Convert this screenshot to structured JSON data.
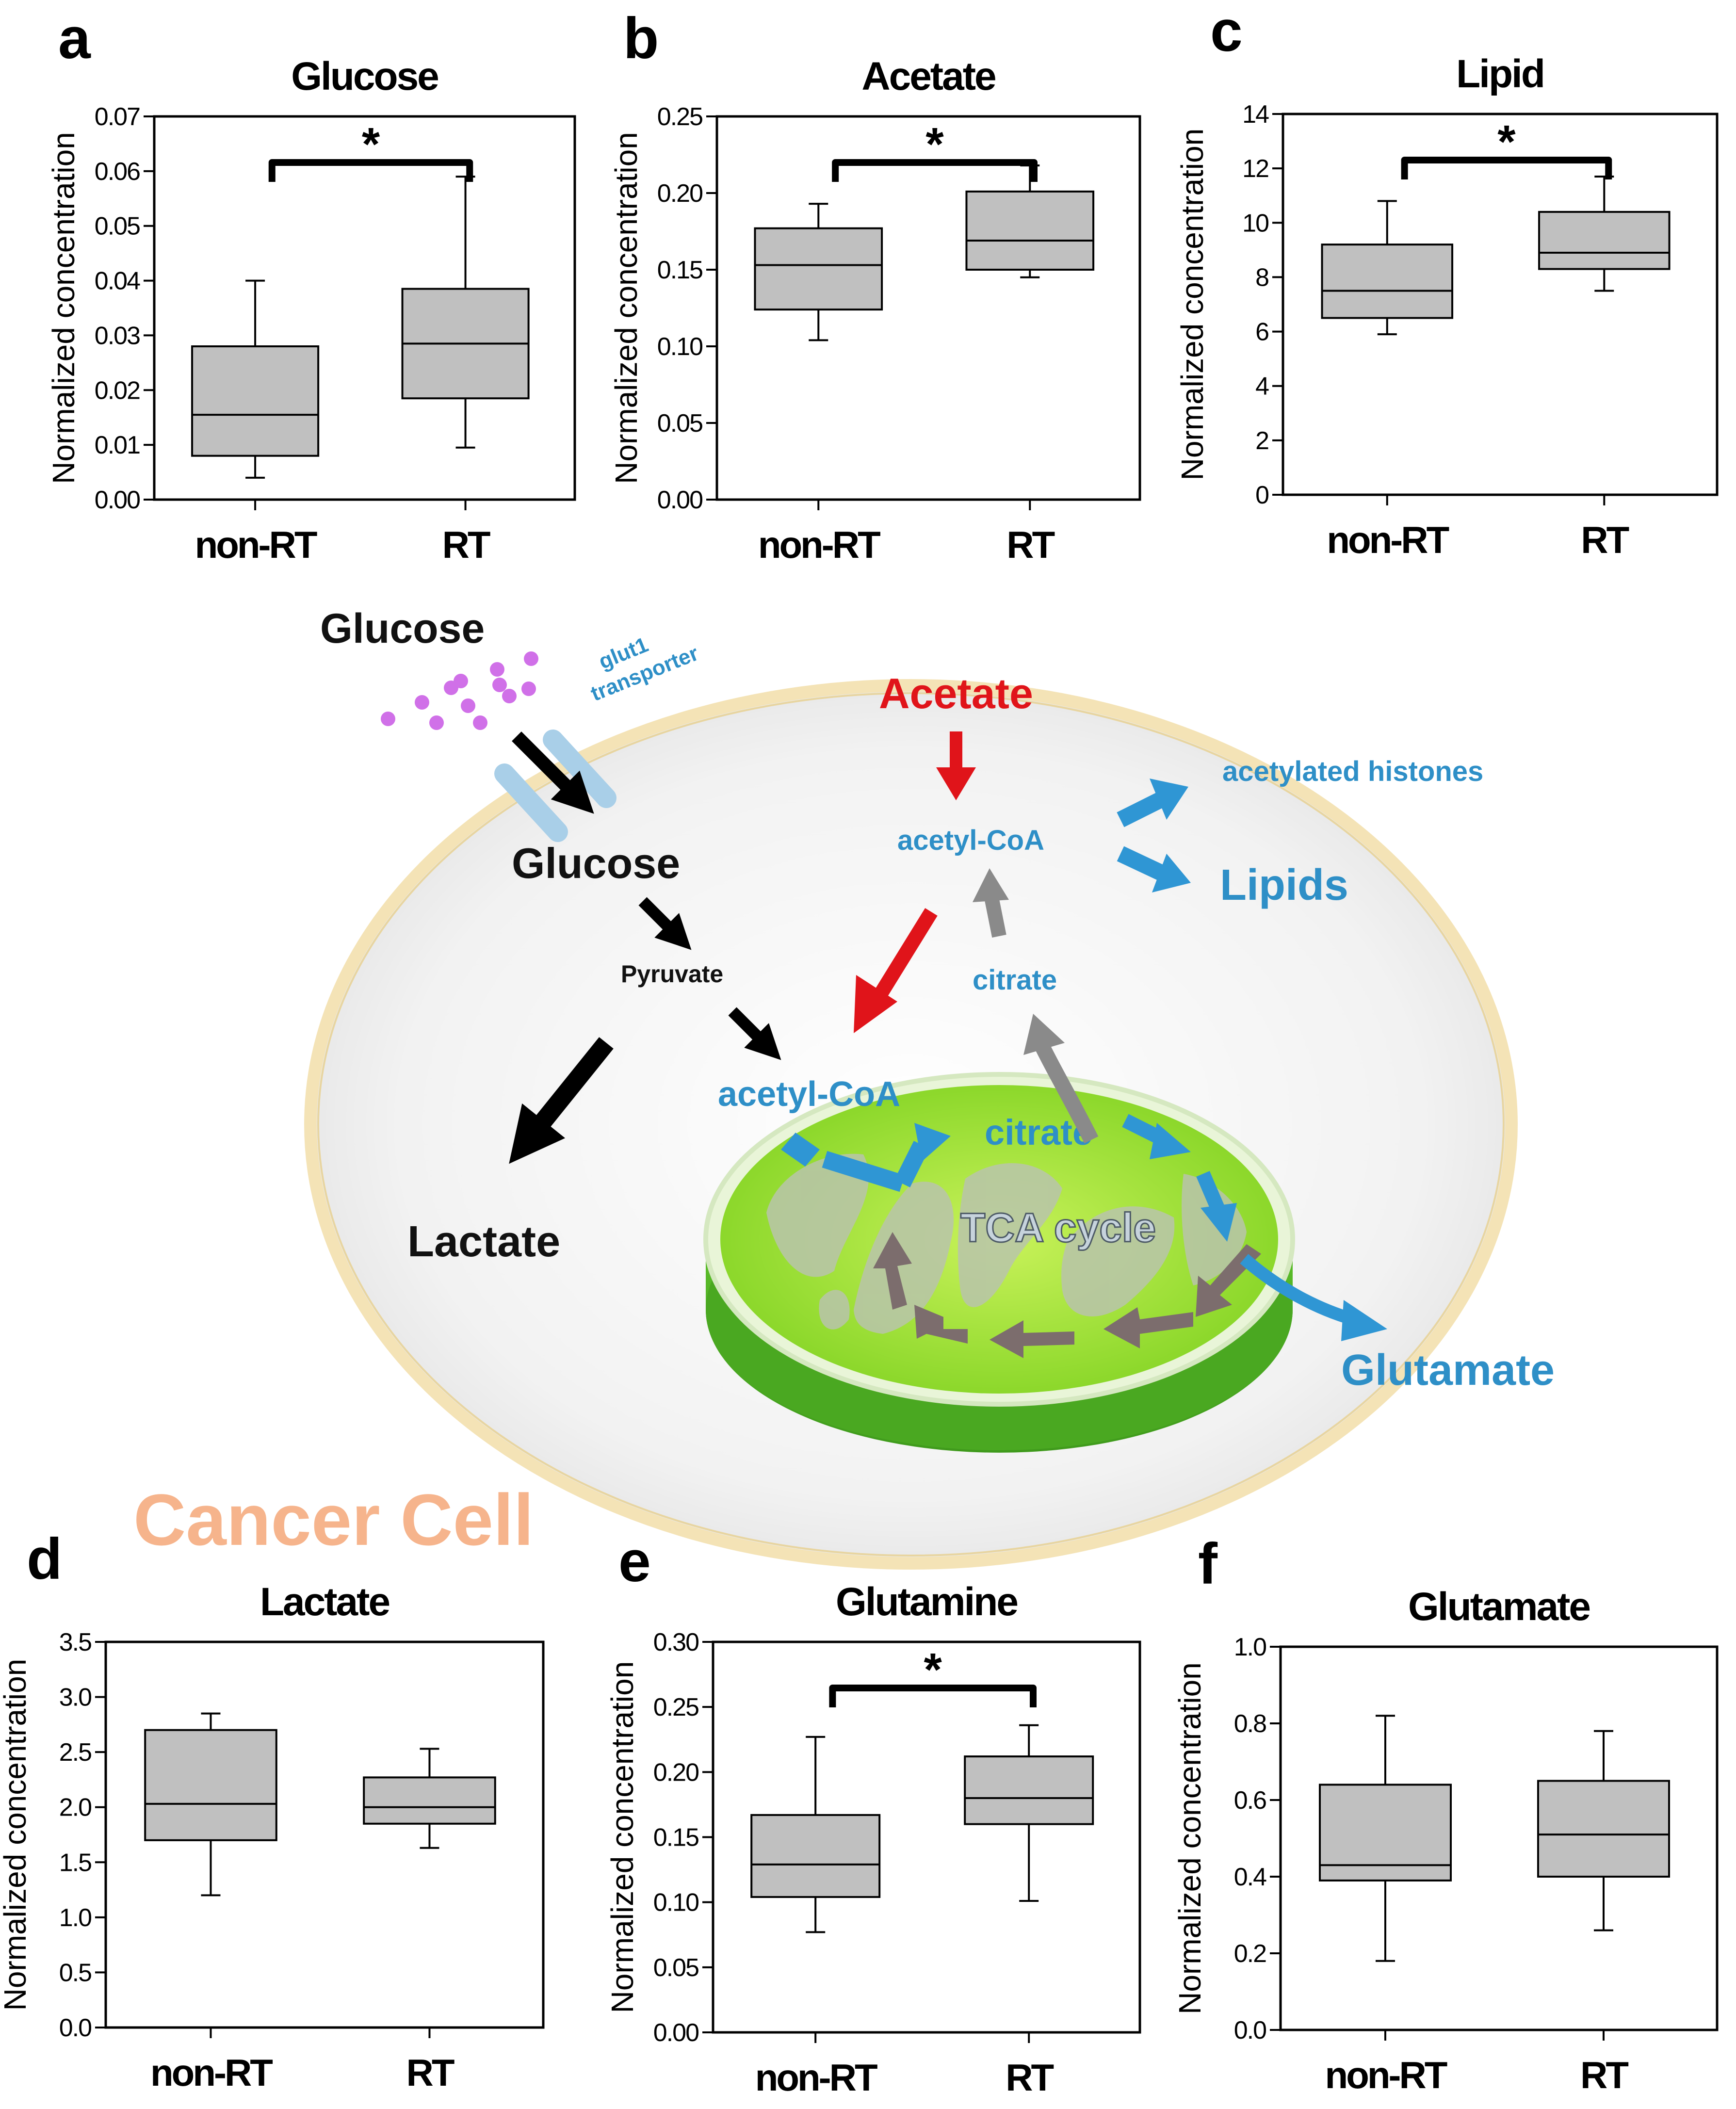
{
  "chart_data": [
    {
      "panel": "a",
      "type": "box",
      "title": "Glucose",
      "ylabel": "Normalized concentration",
      "categories": [
        "non-RT",
        "RT"
      ],
      "ylim": [
        0,
        0.07
      ],
      "yticks": [
        "0.00",
        "0.01",
        "0.02",
        "0.03",
        "0.04",
        "0.05",
        "0.06",
        "0.07"
      ],
      "boxes": [
        {
          "category": "non-RT",
          "min": 0.004,
          "q1": 0.008,
          "median": 0.0155,
          "q3": 0.028,
          "max": 0.04
        },
        {
          "category": "RT",
          "min": 0.0095,
          "q1": 0.0185,
          "median": 0.0285,
          "q3": 0.0385,
          "max": 0.059
        }
      ],
      "significance": "*"
    },
    {
      "panel": "b",
      "type": "box",
      "title": "Acetate",
      "ylabel": "Normalized concentration",
      "categories": [
        "non-RT",
        "RT"
      ],
      "ylim": [
        0,
        0.25
      ],
      "yticks": [
        "0.00",
        "0.05",
        "0.10",
        "0.15",
        "0.20",
        "0.25"
      ],
      "boxes": [
        {
          "category": "non-RT",
          "min": 0.104,
          "q1": 0.124,
          "median": 0.153,
          "q3": 0.177,
          "max": 0.193
        },
        {
          "category": "RT",
          "min": 0.145,
          "q1": 0.15,
          "median": 0.169,
          "q3": 0.201,
          "max": 0.218
        }
      ],
      "significance": "*"
    },
    {
      "panel": "c",
      "type": "box",
      "title": "Lipid",
      "ylabel": "Normalized concentration",
      "categories": [
        "non-RT",
        "RT"
      ],
      "ylim": [
        0,
        14
      ],
      "yticks": [
        "0",
        "2",
        "4",
        "6",
        "8",
        "10",
        "12",
        "14"
      ],
      "boxes": [
        {
          "category": "non-RT",
          "min": 5.9,
          "q1": 6.5,
          "median": 7.5,
          "q3": 9.2,
          "max": 10.8
        },
        {
          "category": "RT",
          "min": 7.5,
          "q1": 8.3,
          "median": 8.9,
          "q3": 10.4,
          "max": 11.7
        }
      ],
      "significance": "*"
    },
    {
      "panel": "d",
      "type": "box",
      "title": "Lactate",
      "ylabel": "Normalized concentration",
      "categories": [
        "non-RT",
        "RT"
      ],
      "ylim": [
        0,
        3.5
      ],
      "yticks": [
        "0.0",
        "0.5",
        "1.0",
        "1.5",
        "2.0",
        "2.5",
        "3.0",
        "3.5"
      ],
      "boxes": [
        {
          "category": "non-RT",
          "min": 1.2,
          "q1": 1.7,
          "median": 2.03,
          "q3": 2.7,
          "max": 2.85
        },
        {
          "category": "RT",
          "min": 1.63,
          "q1": 1.85,
          "median": 2.0,
          "q3": 2.27,
          "max": 2.53
        }
      ],
      "significance": ""
    },
    {
      "panel": "e",
      "type": "box",
      "title": "Glutamine",
      "ylabel": "Normalized concentration",
      "categories": [
        "non-RT",
        "RT"
      ],
      "ylim": [
        0,
        0.3
      ],
      "yticks": [
        "0.00",
        "0.05",
        "0.10",
        "0.15",
        "0.20",
        "0.25",
        "0.30"
      ],
      "boxes": [
        {
          "category": "non-RT",
          "min": 0.077,
          "q1": 0.104,
          "median": 0.129,
          "q3": 0.167,
          "max": 0.227
        },
        {
          "category": "RT",
          "min": 0.101,
          "q1": 0.16,
          "median": 0.18,
          "q3": 0.212,
          "max": 0.236
        }
      ],
      "significance": "*"
    },
    {
      "panel": "f",
      "type": "box",
      "title": "Glutamate",
      "ylabel": "Normalized concentration",
      "categories": [
        "non-RT",
        "RT"
      ],
      "ylim": [
        0,
        1.0
      ],
      "yticks": [
        "0.0",
        "0.2",
        "0.4",
        "0.6",
        "0.8",
        "1.0"
      ],
      "boxes": [
        {
          "category": "non-RT",
          "min": 0.18,
          "q1": 0.39,
          "median": 0.43,
          "q3": 0.64,
          "max": 0.82
        },
        {
          "category": "RT",
          "min": 0.26,
          "q1": 0.4,
          "median": 0.51,
          "q3": 0.65,
          "max": 0.78
        }
      ],
      "significance": ""
    }
  ],
  "diagram": {
    "labels": {
      "glucose_outside": "Glucose",
      "transporter": [
        "glut1",
        "transporter"
      ],
      "glucose_inside": "Glucose",
      "pyruvate": "Pyruvate",
      "lactate": "Lactate",
      "acetate": "Acetate",
      "acetyl_coa_cyto": "acetyl-CoA",
      "acetylated_histones": "acetylated histones",
      "lipids": "Lipids",
      "citrate_cyto": "citrate",
      "acetyl_coa_mito": "acetyl-CoA",
      "citrate_mito": "citrate",
      "tca_cycle": "TCA cycle",
      "glutamate": "Glutamate",
      "cell_label": "Cancer Cell"
    },
    "colors": {
      "blue_text": "#2e8fc7",
      "red": "#e0141a",
      "blue_arrow": "#2f96d4",
      "gray_arrow": "#8a8a8a",
      "brown_arrow": "#7c6d6d",
      "mito_green": "#7ed321",
      "cell_label": "#f6b48c",
      "glucose_dots": "#d070e8",
      "box_fill": "#c0c0c0"
    }
  }
}
